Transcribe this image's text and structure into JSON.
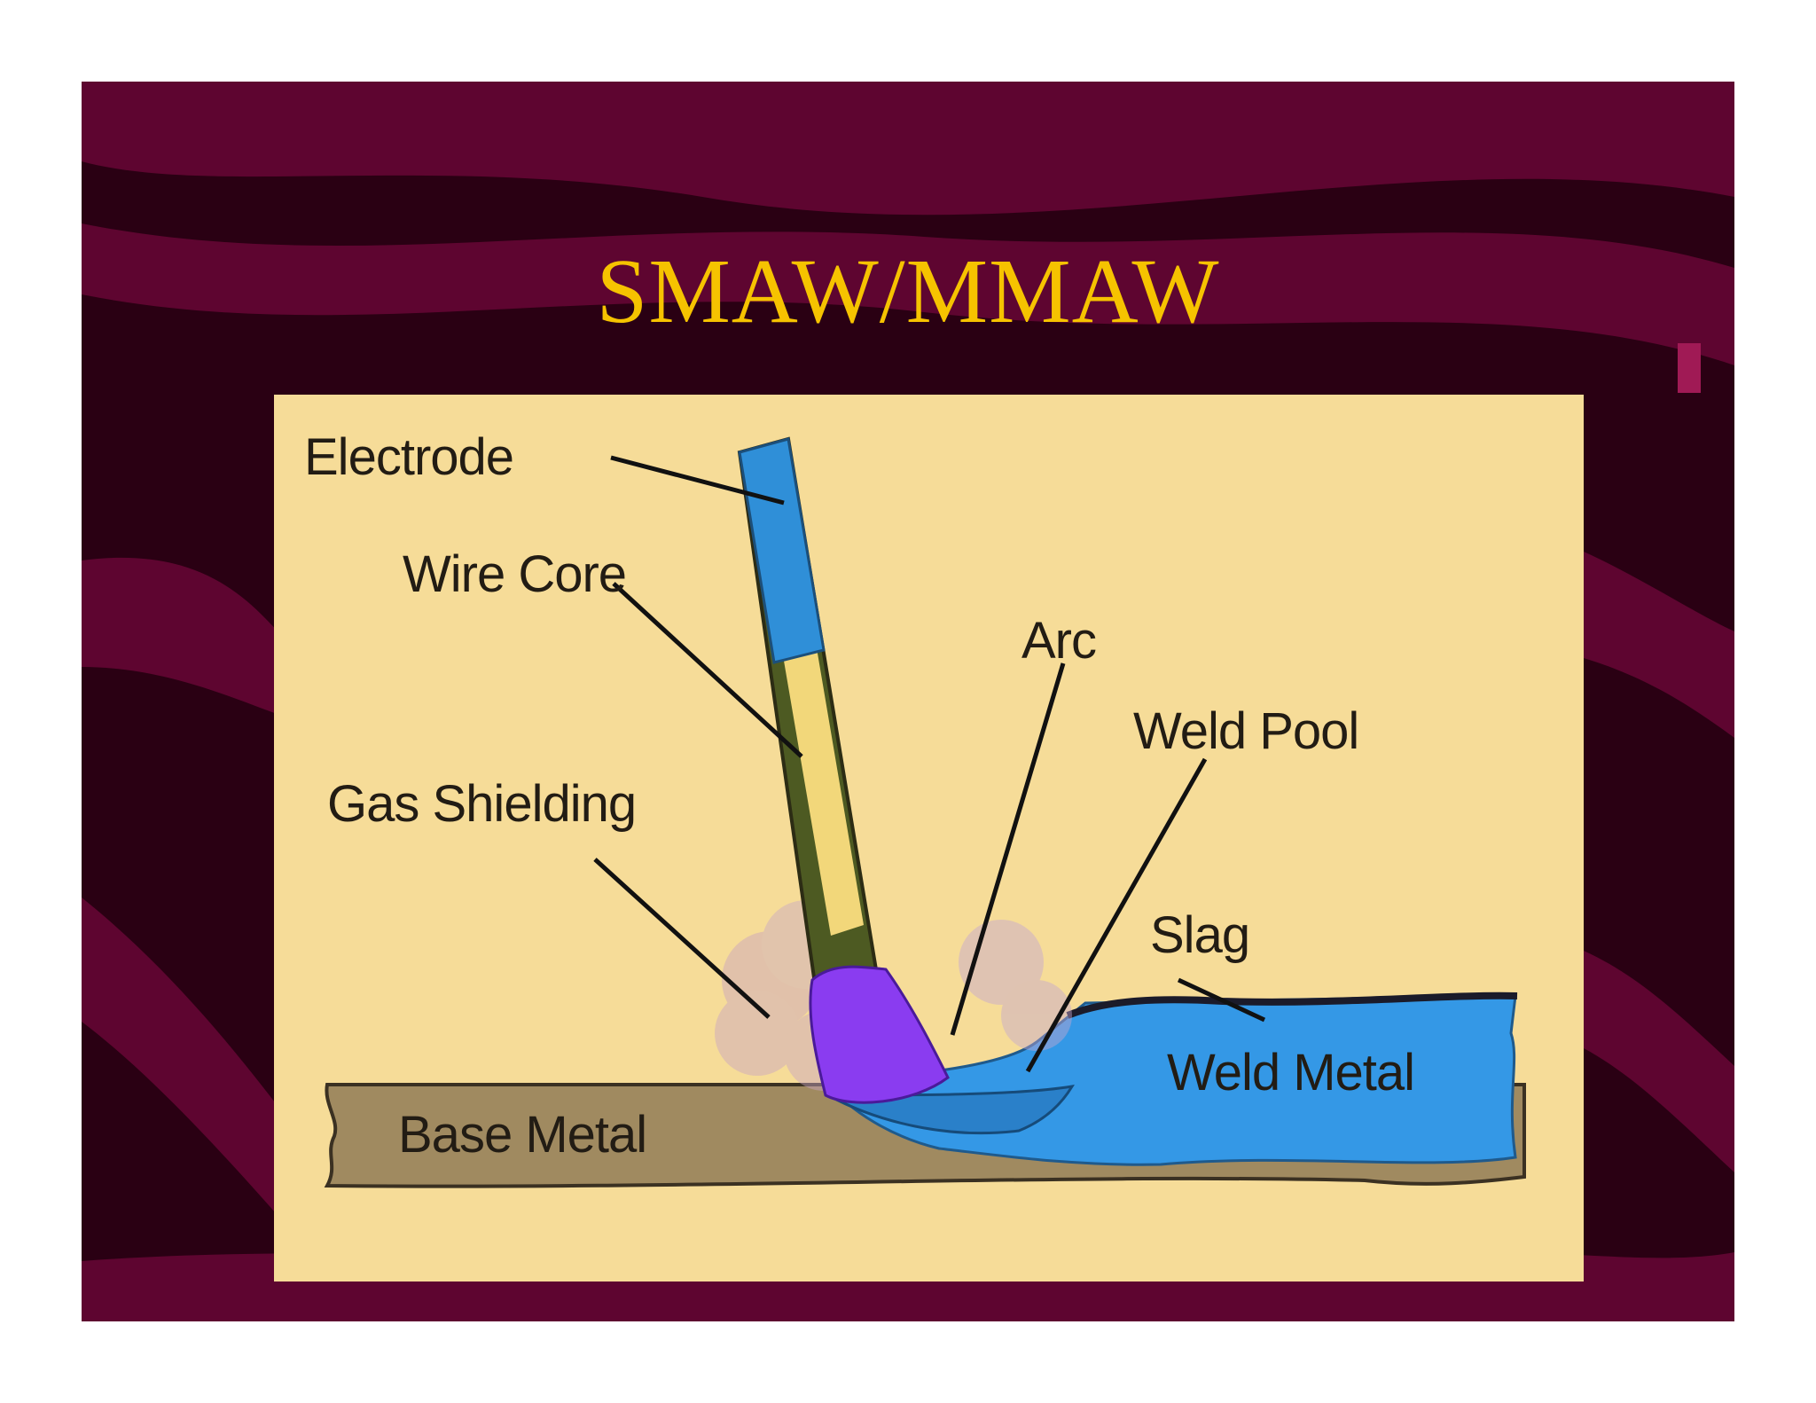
{
  "slide": {
    "title": "SMAW/MMAW"
  },
  "diagram": {
    "labels": {
      "electrode": "Electrode",
      "wire_core": "Wire Core",
      "arc": "Arc",
      "weld_pool": "Weld Pool",
      "gas_shielding": "Gas Shielding",
      "slag": "Slag",
      "weld_metal": "Weld Metal",
      "base_metal": "Base Metal"
    }
  },
  "colors": {
    "slide_background": "#2a0013",
    "slide_wave": "#5e0530",
    "title": "#f6c300",
    "panel": "#f6dc98",
    "electrode_coating": "#2f8fd8",
    "wire_core": "#f2d77a",
    "arc": "#8a3cf0",
    "weld_metal": "#3498e6",
    "base_metal": "#a08a60"
  }
}
